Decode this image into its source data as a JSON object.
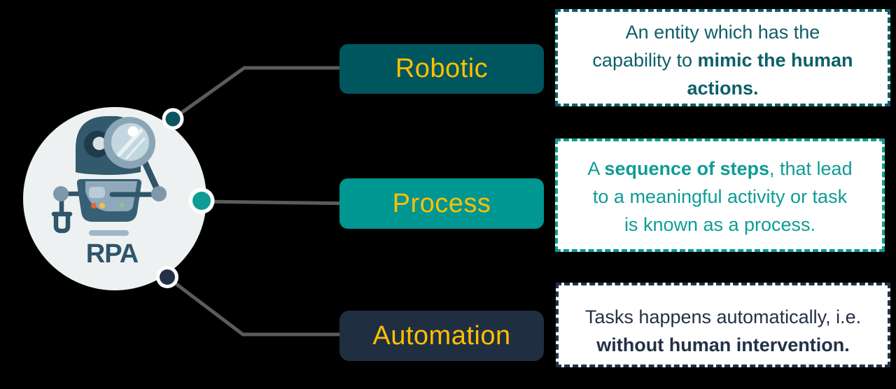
{
  "background_color": "#000000",
  "connector_color": "#5B5B5B",
  "center": {
    "label": "RPA",
    "circle_color": "#EEF1F1",
    "label_color": "#2C566B"
  },
  "branches": [
    {
      "label": "Robotic",
      "label_text_color": "#FFC000",
      "box_color": "#00565E",
      "dot_color": "#0B565E",
      "description": {
        "text_color": "#0D5F68",
        "lines": [
          {
            "pre": "An entity which has the",
            "bold": "",
            "post": ""
          },
          {
            "pre": "capability to ",
            "bold": "mimic the human",
            "post": ""
          },
          {
            "pre": "",
            "bold": "actions.",
            "post": ""
          }
        ]
      }
    },
    {
      "label": "Process",
      "label_text_color": "#FFC000",
      "box_color": "#009692",
      "dot_color": "#0E9C95",
      "description": {
        "text_color": "#0E9C95",
        "lines": [
          {
            "pre": "A ",
            "bold": "sequence of steps",
            "post": ", that lead"
          },
          {
            "pre": "to a meaningful activity or task",
            "bold": "",
            "post": ""
          },
          {
            "pre": "is known as a process.",
            "bold": "",
            "post": ""
          }
        ]
      }
    },
    {
      "label": "Automation",
      "label_text_color": "#FFC000",
      "box_color": "#202E42",
      "dot_color": "#243148",
      "description": {
        "text_color": "#233146",
        "lines": [
          {
            "pre": "Tasks happens automatically, i.e.",
            "bold": "",
            "post": ""
          },
          {
            "pre": "",
            "bold": "without human intervention.",
            "post": ""
          }
        ]
      }
    }
  ]
}
